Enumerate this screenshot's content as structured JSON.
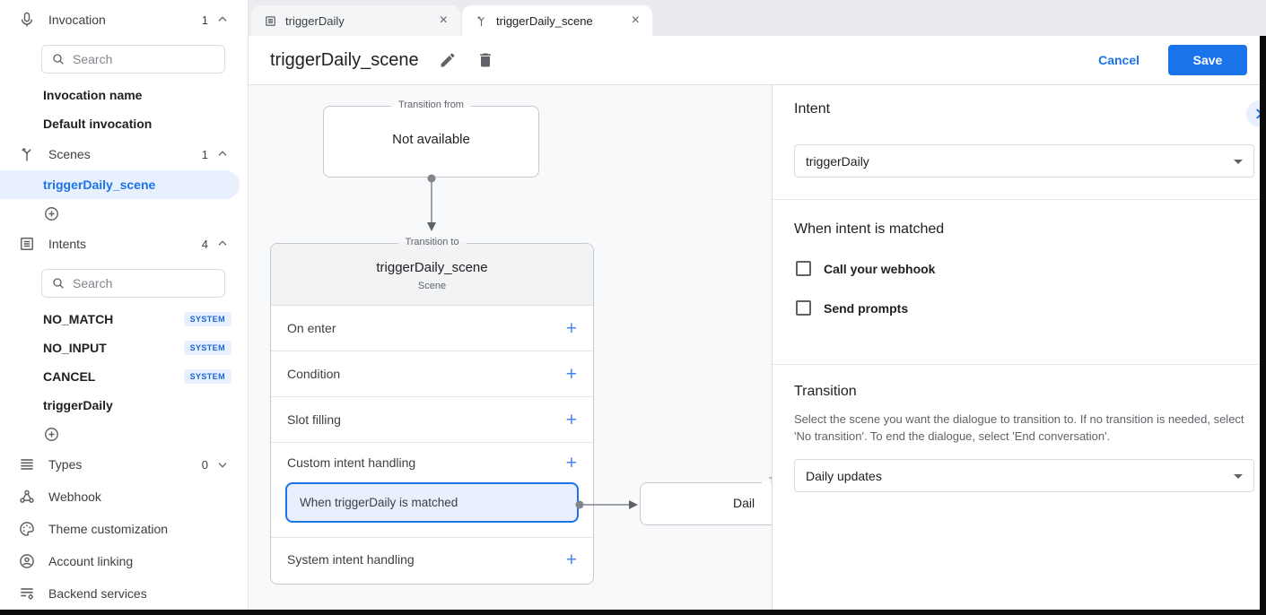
{
  "tabs": [
    {
      "label": "triggerDaily",
      "close": "×"
    },
    {
      "label": "triggerDaily_scene",
      "close": "×"
    }
  ],
  "header": {
    "title": "triggerDaily_scene",
    "cancel_label": "Cancel",
    "save_label": "Save"
  },
  "sidebar": {
    "invocation": {
      "label": "Invocation",
      "count": "1",
      "search_placeholder": "Search",
      "items": [
        "Invocation name",
        "Default invocation"
      ]
    },
    "scenes": {
      "label": "Scenes",
      "count": "1",
      "items": [
        "triggerDaily_scene"
      ]
    },
    "intents": {
      "label": "Intents",
      "count": "4",
      "search_placeholder": "Search",
      "items": [
        {
          "label": "NO_MATCH",
          "badge": "SYSTEM"
        },
        {
          "label": "NO_INPUT",
          "badge": "SYSTEM"
        },
        {
          "label": "CANCEL",
          "badge": "SYSTEM"
        },
        {
          "label": "triggerDaily"
        }
      ]
    },
    "types": {
      "label": "Types",
      "count": "0"
    },
    "links": [
      "Webhook",
      "Theme customization",
      "Account linking",
      "Backend services"
    ]
  },
  "canvas": {
    "from_box": {
      "legend": "Transition from",
      "text": "Not available"
    },
    "scene_box": {
      "legend": "Transition to",
      "title": "triggerDaily_scene",
      "subtitle": "Scene",
      "row_on_enter": "On enter",
      "row_condition": "Condition",
      "row_slot": "Slot filling",
      "row_custom": "Custom intent handling",
      "handler": "When triggerDaily is matched",
      "row_system": "System intent handling",
      "plus": "+"
    },
    "target_box": {
      "legend_visible": "Tr",
      "text_visible": "Dail"
    }
  },
  "panel": {
    "intent_heading": "Intent",
    "intent_value": "triggerDaily",
    "matched_heading": "When intent is matched",
    "checkbox_webhook": "Call your webhook",
    "checkbox_prompts": "Send prompts",
    "transition_heading": "Transition",
    "transition_description": "Select the scene you want the dialogue to transition to. If no transition is needed, select 'No transition'. To end the dialogue, select 'End conversation'.",
    "transition_value": "Daily updates"
  },
  "colors": {
    "accent": "#1a73e8",
    "selection_bg": "#e8f0fe",
    "canvas_bg": "#f8f9fa"
  }
}
